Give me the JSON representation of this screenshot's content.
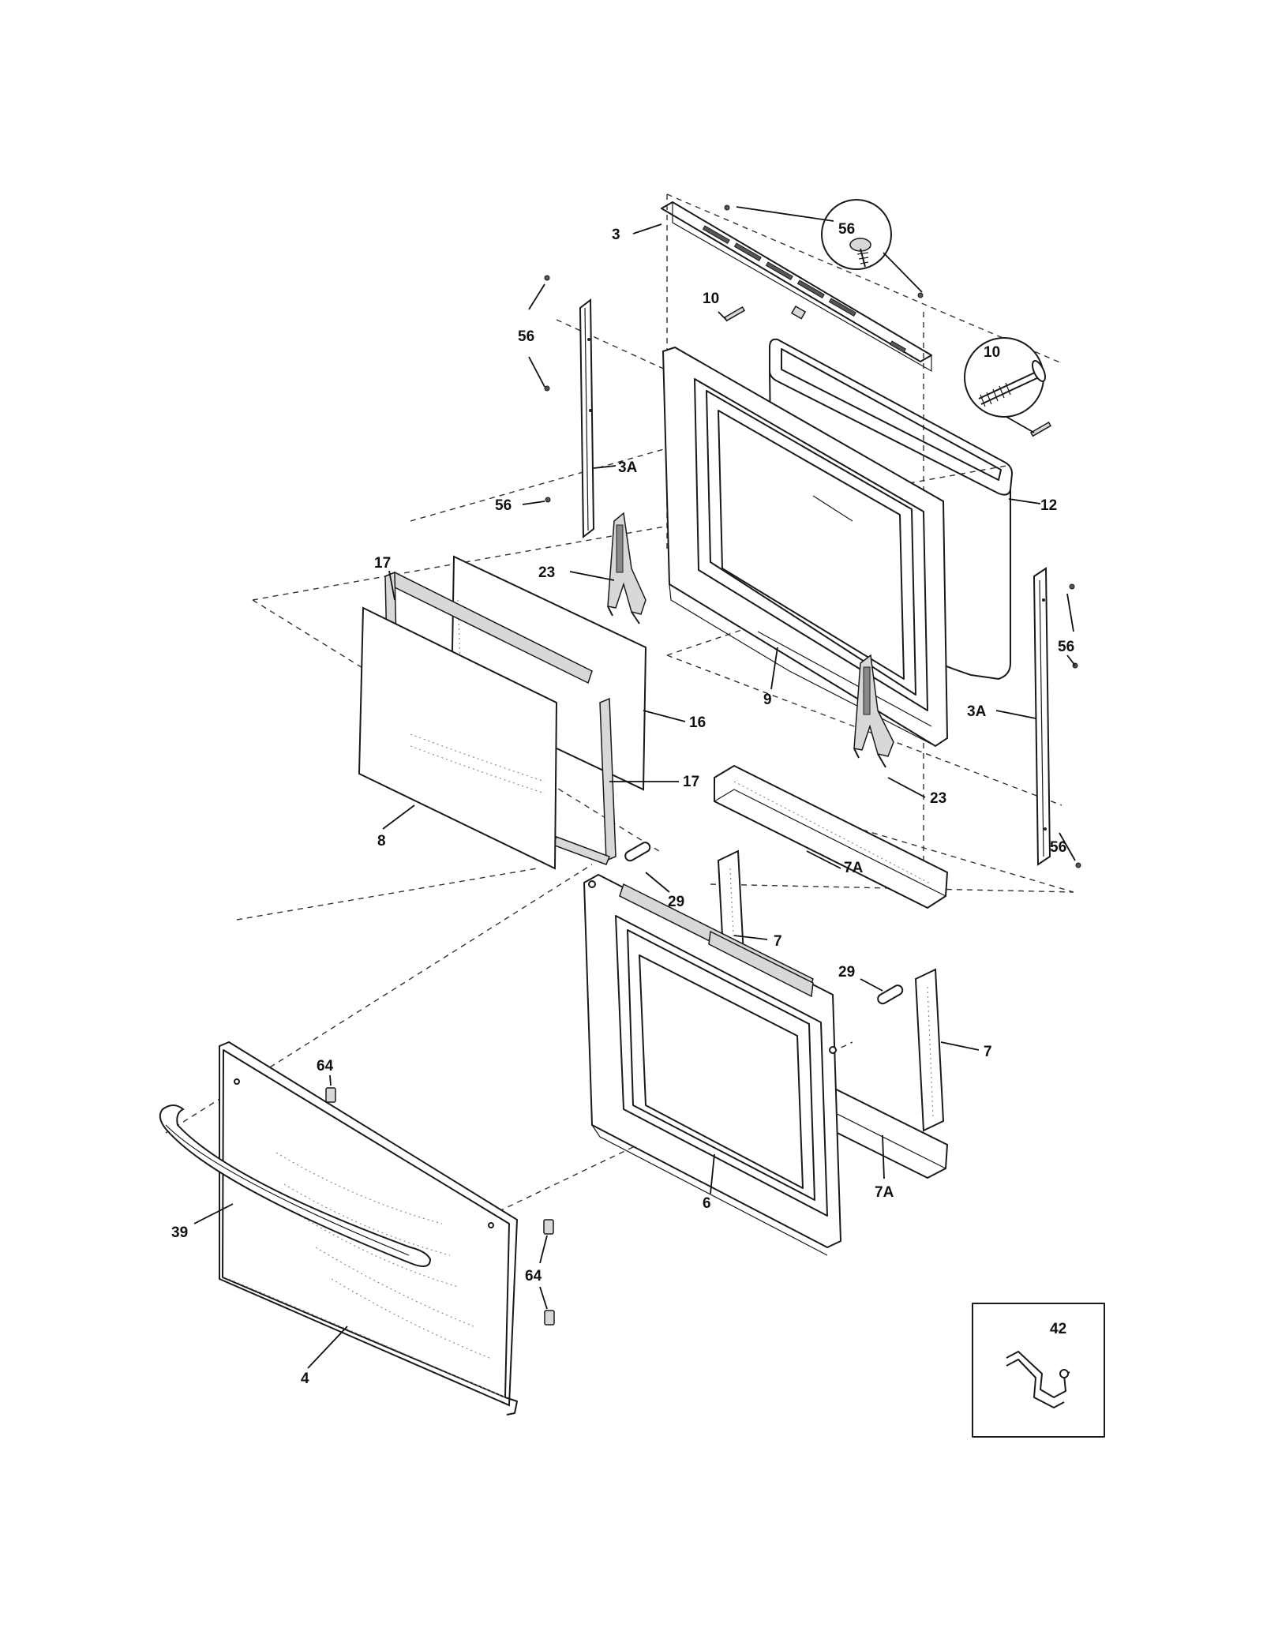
{
  "callouts": [
    {
      "id": "c3",
      "text": "3"
    },
    {
      "id": "c56_circle",
      "text": "56"
    },
    {
      "id": "c10_top",
      "text": "10"
    },
    {
      "id": "c10_circle",
      "text": "10"
    },
    {
      "id": "c56_left",
      "text": "56"
    },
    {
      "id": "c3a_left",
      "text": "3A"
    },
    {
      "id": "c56_mid",
      "text": "56"
    },
    {
      "id": "c12",
      "text": "12"
    },
    {
      "id": "c17_top",
      "text": "17"
    },
    {
      "id": "c23_left",
      "text": "23"
    },
    {
      "id": "c16",
      "text": "16"
    },
    {
      "id": "c9",
      "text": "9"
    },
    {
      "id": "c56_right",
      "text": "56"
    },
    {
      "id": "c3a_right",
      "text": "3A"
    },
    {
      "id": "c17_bottom",
      "text": "17"
    },
    {
      "id": "c8",
      "text": "8"
    },
    {
      "id": "c23_right",
      "text": "23"
    },
    {
      "id": "c56_bottom",
      "text": "56"
    },
    {
      "id": "c7a_top",
      "text": "7A"
    },
    {
      "id": "c29_left",
      "text": "29"
    },
    {
      "id": "c7_top",
      "text": "7"
    },
    {
      "id": "c29_right",
      "text": "29"
    },
    {
      "id": "c7_right",
      "text": "7"
    },
    {
      "id": "c64_top",
      "text": "64"
    },
    {
      "id": "c39",
      "text": "39"
    },
    {
      "id": "c6",
      "text": "6"
    },
    {
      "id": "c7a_bottom",
      "text": "7A"
    },
    {
      "id": "c64_bottom",
      "text": "64"
    },
    {
      "id": "c4",
      "text": "4"
    },
    {
      "id": "c42",
      "text": "42"
    }
  ]
}
